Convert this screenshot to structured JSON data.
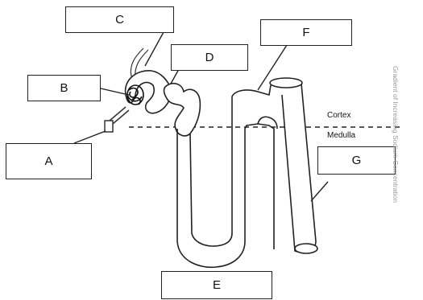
{
  "labels": {
    "a": "A",
    "b": "B",
    "c": "C",
    "d": "D",
    "e": "E",
    "f": "F",
    "g": "G"
  },
  "regions": {
    "cortex": "Cortex",
    "medulla": "Medulla"
  },
  "side_caption": "Gradient of Increasing Sodium Concentration"
}
